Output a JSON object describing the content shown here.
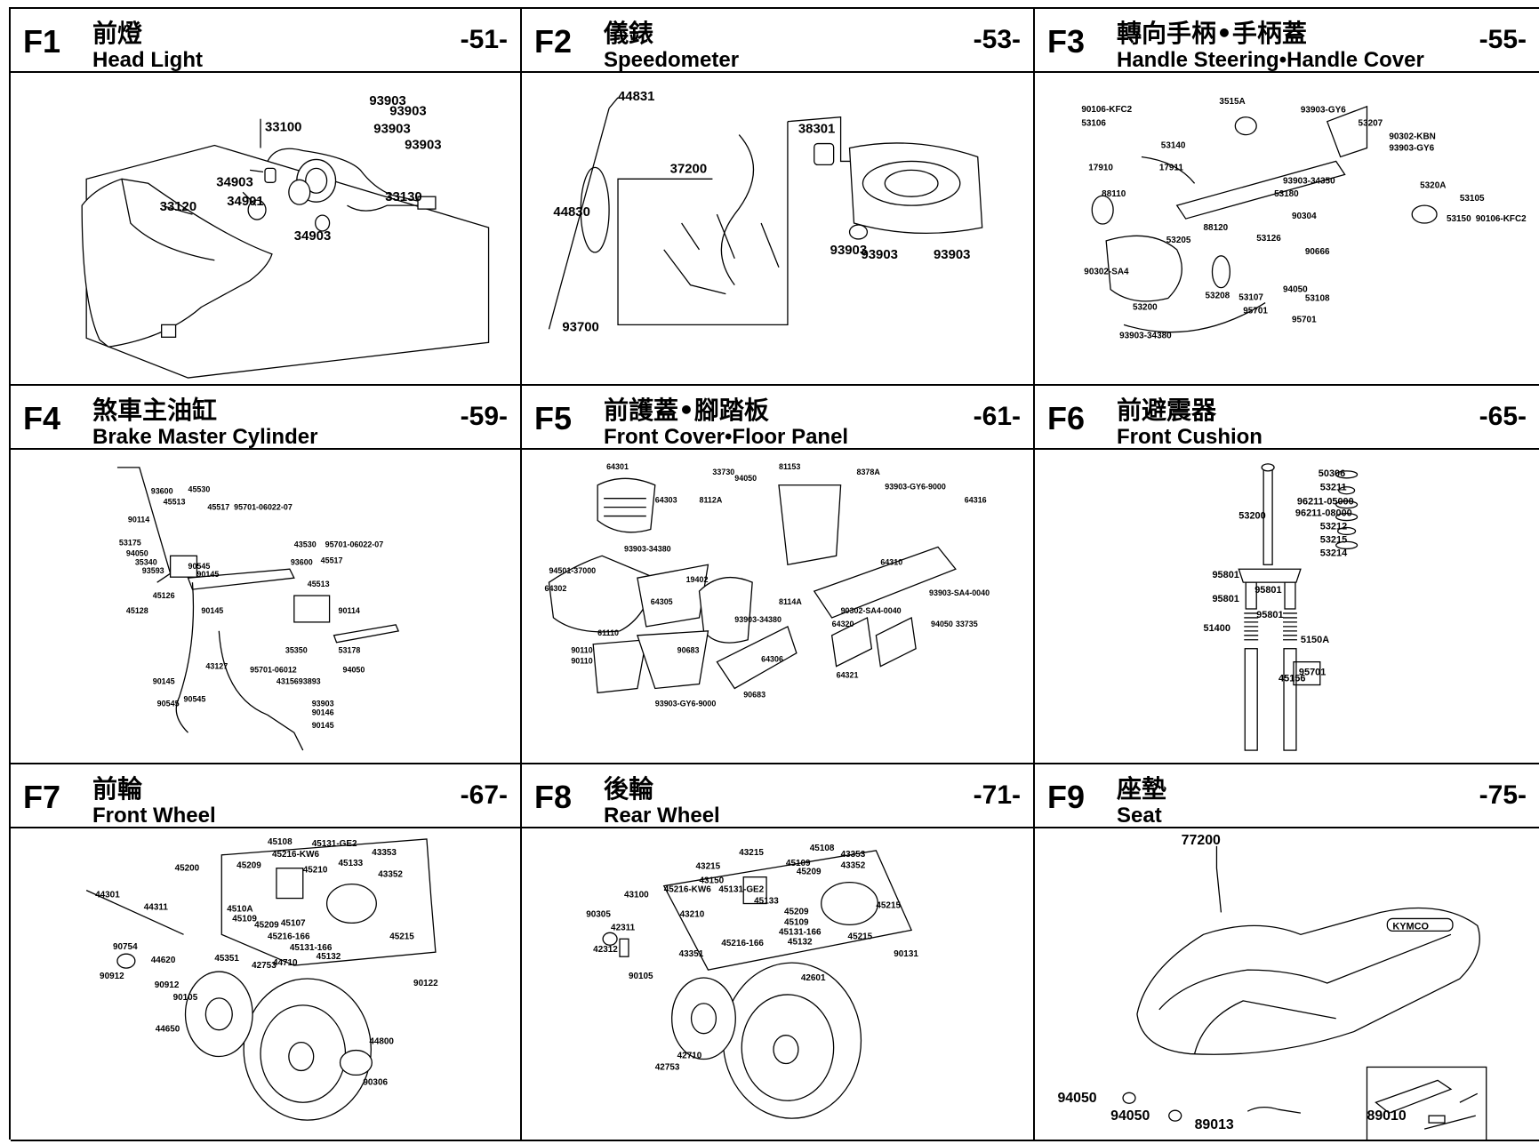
{
  "panels": [
    {
      "code": "F1",
      "zh": "前燈",
      "en": "Head Light",
      "page": "-51-"
    },
    {
      "code": "F2",
      "zh": "儀錶",
      "en": "Speedometer",
      "page": "-53-"
    },
    {
      "code": "F3",
      "zh": "轉向手柄•手柄蓋",
      "en": "Handle Steering•Handle Cover",
      "page": "-55-"
    },
    {
      "code": "F4",
      "zh": "煞車主油缸",
      "en": "Brake Master Cylinder",
      "page": "-59-"
    },
    {
      "code": "F5",
      "zh": "前護蓋•腳踏板",
      "en": "Front Cover•Floor Panel",
      "page": "-61-"
    },
    {
      "code": "F6",
      "zh": "前避震器",
      "en": "Front Cushion",
      "page": "-65-"
    },
    {
      "code": "F7",
      "zh": "前輪",
      "en": "Front Wheel",
      "page": "-67-"
    },
    {
      "code": "F8",
      "zh": "後輪",
      "en": "Rear Wheel",
      "page": "-71-"
    },
    {
      "code": "F9",
      "zh": "座墊",
      "en": "Seat",
      "page": "-75-"
    }
  ],
  "parts": {
    "f1": [
      "93903",
      "93903",
      "93903",
      "93903",
      "33100",
      "34903",
      "34901",
      "33120",
      "33130",
      "34903"
    ],
    "f2": [
      "44831",
      "38301",
      "37200",
      "44830",
      "93903",
      "93903",
      "93903",
      "93700"
    ],
    "f3": [
      "90106-KFC2",
      "53106",
      "3515A",
      "93903-GY6",
      "53207",
      "90302-KBN",
      "93903-GY6",
      "53140",
      "17910",
      "17911",
      "88110",
      "53205",
      "53180",
      "93903-34350",
      "88120",
      "53126",
      "90302-SA4",
      "53208",
      "53200",
      "94050",
      "53107",
      "95701",
      "53108",
      "95701",
      "93903-34380",
      "53105",
      "53150",
      "90106-KFC2",
      "5320A",
      "90304",
      "90666"
    ],
    "f4": [
      "93600",
      "45530",
      "45513",
      "45517",
      "95701-06022-07",
      "90114",
      "53175",
      "94050",
      "35340",
      "93593",
      "90545",
      "90145",
      "45126",
      "43530",
      "95701-06022-07",
      "93600",
      "45517",
      "45513",
      "45128",
      "90145",
      "43127",
      "95701-06012",
      "43156",
      "53178",
      "94050",
      "90114",
      "90145",
      "90545",
      "90545",
      "90146",
      "35350",
      "93893",
      "93903",
      "90145"
    ],
    "f5": [
      "64301",
      "33730",
      "94050",
      "81153",
      "8378A",
      "93903-GY6-9000",
      "64303",
      "8112A",
      "64316",
      "94501-37000",
      "93903-34380",
      "19402",
      "64305",
      "8114A",
      "64310",
      "93903-SA4-0040",
      "90302-SA4-0040",
      "61110",
      "90110",
      "90110",
      "64306",
      "64320",
      "64321",
      "94050",
      "33735",
      "93903-GY6-9000",
      "90683",
      "90683",
      "64302",
      "93903-34380"
    ],
    "f6": [
      "50306",
      "53211",
      "96211-05000",
      "96211-08000",
      "53200",
      "53212",
      "53215",
      "53214",
      "95801",
      "95801",
      "95801",
      "95801",
      "51400",
      "5150A",
      "95701",
      "45156"
    ],
    "f7": [
      "44301",
      "44311",
      "45200",
      "45108",
      "45131-GE2",
      "45216-KW6",
      "45133",
      "43353",
      "45209",
      "45210",
      "43352",
      "4510A",
      "45109",
      "45107",
      "45209",
      "45216-166",
      "45131-166",
      "45132",
      "45215",
      "90754",
      "44620",
      "90912",
      "90912",
      "90105",
      "45351",
      "42753",
      "44710",
      "44650",
      "90122",
      "44800",
      "90306"
    ],
    "f8": [
      "43215",
      "45108",
      "43353",
      "43352",
      "43215",
      "45109",
      "45209",
      "43150",
      "45216-KW6",
      "45131-GE2",
      "43100",
      "45133",
      "43210",
      "45209",
      "45109",
      "45215",
      "90305",
      "42311",
      "42312",
      "45131-166",
      "45132",
      "45216-166",
      "45215",
      "43351",
      "90105",
      "42601",
      "90131",
      "42710",
      "42753"
    ],
    "f9": [
      "77200",
      "KYMCO",
      "94050",
      "94050",
      "89013",
      "89010"
    ]
  }
}
